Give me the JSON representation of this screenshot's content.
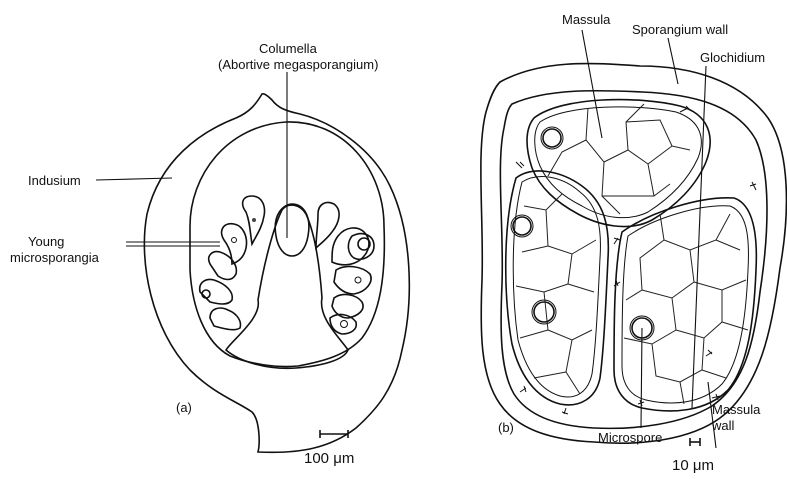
{
  "panel_a": {
    "label_columella_1": "Columella",
    "label_columella_2": "(Abortive megasporangium)",
    "label_indusium": "Indusium",
    "label_young_1": "Young",
    "label_young_2": "microsporangia",
    "panel_letter": "(a)",
    "scale_text": "100 μm"
  },
  "panel_b": {
    "label_massula": "Massula",
    "label_sporangium_wall": "Sporangium wall",
    "label_glochidium": "Glochidium",
    "label_massula_wall_1": "Massula",
    "label_massula_wall_2": "wall",
    "label_microspore": "Microspore",
    "panel_letter": "(b)",
    "scale_text": "10 μm"
  }
}
